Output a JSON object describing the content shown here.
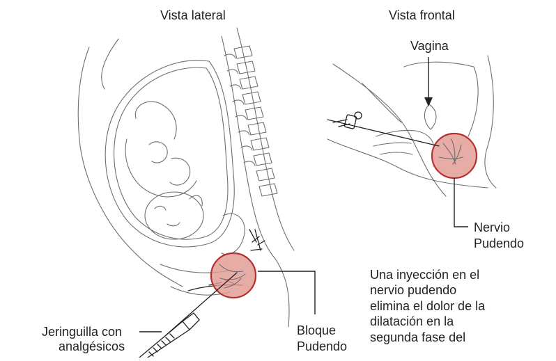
{
  "views": {
    "lateral_title": "Vista lateral",
    "frontal_title": "Vista frontal"
  },
  "labels": {
    "vagina": "Vagina",
    "nerve_line1": "Nervio",
    "nerve_line2": "Pudendo",
    "syringe_line1": "Jeringuilla con",
    "syringe_line2": "analgésicos",
    "block_line1": "Bloque",
    "block_line2": "Pudendo"
  },
  "caption": {
    "lines": [
      "Una inyección en el",
      "nervio pudendo",
      "elimina el dolor de la",
      "dilatación en la",
      "segunda fase del"
    ]
  },
  "colors": {
    "highlight_fill": "#e39a94",
    "highlight_stroke": "#b5302f",
    "line_art": "#6d6e71",
    "text": "#231f20"
  }
}
